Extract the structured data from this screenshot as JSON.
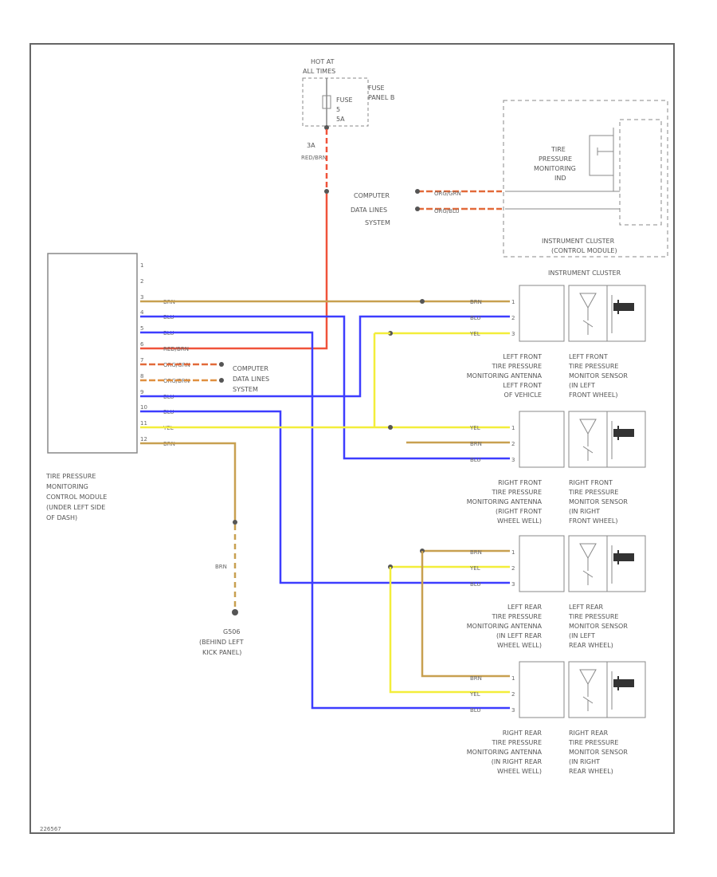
{
  "fuse": {
    "title_line1": "HOT AT",
    "title_line2": "ALL TIMES",
    "fuse_label": "FUSE",
    "panel_line1": "FUSE",
    "panel_line2": "PANEL B",
    "fuse_no": "5",
    "amps": "5A",
    "circuit_no": "3A",
    "wire_color": "RED/BRN"
  },
  "data_lines_top": {
    "line1": "COMPUTER",
    "line2": "DATA LINES",
    "line3": "SYSTEM",
    "wire1": "ORG/GRN",
    "wire2": "ORG/BLU"
  },
  "instrument_cluster_module": {
    "inner_line1": "TIRE",
    "inner_line2": "PRESSURE",
    "inner_line3": "MONITORING",
    "inner_line4": "IND",
    "label_line1": "INSTRUMENT CLUSTER",
    "label_line2": "(CONTROL MODULE)"
  },
  "instrument_cluster_label": "INSTRUMENT CLUSTER",
  "control_module": {
    "label_line1": "TIRE PRESSURE",
    "label_line2": "MONITORING",
    "label_line3": "CONTROL MODULE",
    "label_line4": "(UNDER LEFT SIDE",
    "label_line5": "OF DASH)",
    "pins": [
      "1",
      "2",
      "3",
      "4",
      "5",
      "6",
      "7",
      "8",
      "9",
      "10",
      "11",
      "12"
    ],
    "wires": [
      "",
      "",
      "BRN",
      "BLU",
      "BLU",
      "RED/BRN",
      "ORG/GRN",
      "ORG/BRN",
      "BLU",
      "BLU",
      "YEL",
      "BRN"
    ]
  },
  "data_lines_mid": {
    "line1": "COMPUTER",
    "line2": "DATA LINES",
    "line3": "SYSTEM"
  },
  "ground": {
    "wire": "BRN",
    "label_line1": "G506",
    "label_line2": "(BEHIND LEFT",
    "label_line3": "KICK PANEL)"
  },
  "antennas": [
    {
      "wires": [
        "BRN",
        "BLU",
        "YEL"
      ],
      "antenna_label": [
        "LEFT FRONT",
        "TIRE PRESSURE",
        "MONITORING ANTENNA",
        "LEFT FRONT",
        "OF VEHICLE"
      ],
      "sensor_label": [
        "LEFT FRONT",
        "TIRE PRESSURE",
        "MONITOR SENSOR",
        "(IN LEFT",
        "FRONT WHEEL)"
      ]
    },
    {
      "wires": [
        "YEL",
        "BRN",
        "BLU"
      ],
      "antenna_label": [
        "RIGHT FRONT",
        "TIRE PRESSURE",
        "MONITORING ANTENNA",
        "(RIGHT FRONT",
        "WHEEL WELL)"
      ],
      "sensor_label": [
        "RIGHT FRONT",
        "TIRE PRESSURE",
        "MONITOR SENSOR",
        "(IN RIGHT",
        "FRONT WHEEL)"
      ]
    },
    {
      "wires": [
        "BRN",
        "YEL",
        "BLU"
      ],
      "antenna_label": [
        "LEFT REAR",
        "TIRE PRESSURE",
        "MONITORING ANTENNA",
        "(IN LEFT REAR",
        "WHEEL WELL)"
      ],
      "sensor_label": [
        "LEFT REAR",
        "TIRE PRESSURE",
        "MONITOR SENSOR",
        "(IN LEFT",
        "REAR WHEEL)"
      ]
    },
    {
      "wires": [
        "BRN",
        "YEL",
        "BLU"
      ],
      "antenna_label": [
        "RIGHT REAR",
        "TIRE PRESSURE",
        "MONITORING ANTENNA",
        "(IN RIGHT REAR",
        "WHEEL WELL)"
      ],
      "sensor_label": [
        "RIGHT REAR",
        "TIRE PRESSURE",
        "MONITOR SENSOR",
        "(IN RIGHT",
        "REAR WHEEL)"
      ]
    }
  ],
  "figure_id": "226567",
  "colors": {
    "brn": "#c8a050",
    "blu": "#3d3dff",
    "yel": "#f3ee3a",
    "red": "#f0533a",
    "org_grn": "#e26a3a",
    "org_brn": "#e09040",
    "line": "#777777"
  }
}
